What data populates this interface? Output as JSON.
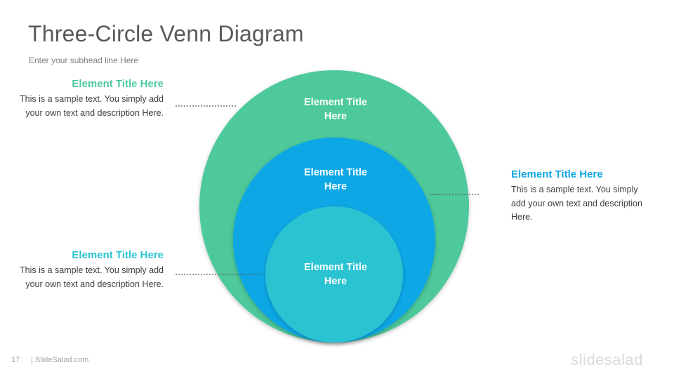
{
  "slide": {
    "title": "Three-Circle Venn Diagram",
    "subtitle": "Enter your subhead  line Here",
    "page_number": "17",
    "site": "| SlideSalad.com",
    "brand": "slidesalad"
  },
  "circles": [
    {
      "label_line1": "Element Title",
      "label_line2": "Here",
      "color": "#4ec99b"
    },
    {
      "label_line1": "Element Title",
      "label_line2": "Here",
      "color": "#0ea7e6"
    },
    {
      "label_line1": "Element Title",
      "label_line2": "Here",
      "color": "#2cc3d2"
    }
  ],
  "callouts": [
    {
      "title": "Element Title Here",
      "body": "This is a sample text. You simply add your own text and description Here.",
      "title_color": "#4ec99b"
    },
    {
      "title": "Element Title Here",
      "body": "This is a sample text. You simply add your own text and description Here.",
      "title_color": "#0ea7e6"
    },
    {
      "title": "Element Title Here",
      "body": "This is a sample text. You simply add your own text and description Here.",
      "title_color": "#2cc3d2"
    }
  ]
}
